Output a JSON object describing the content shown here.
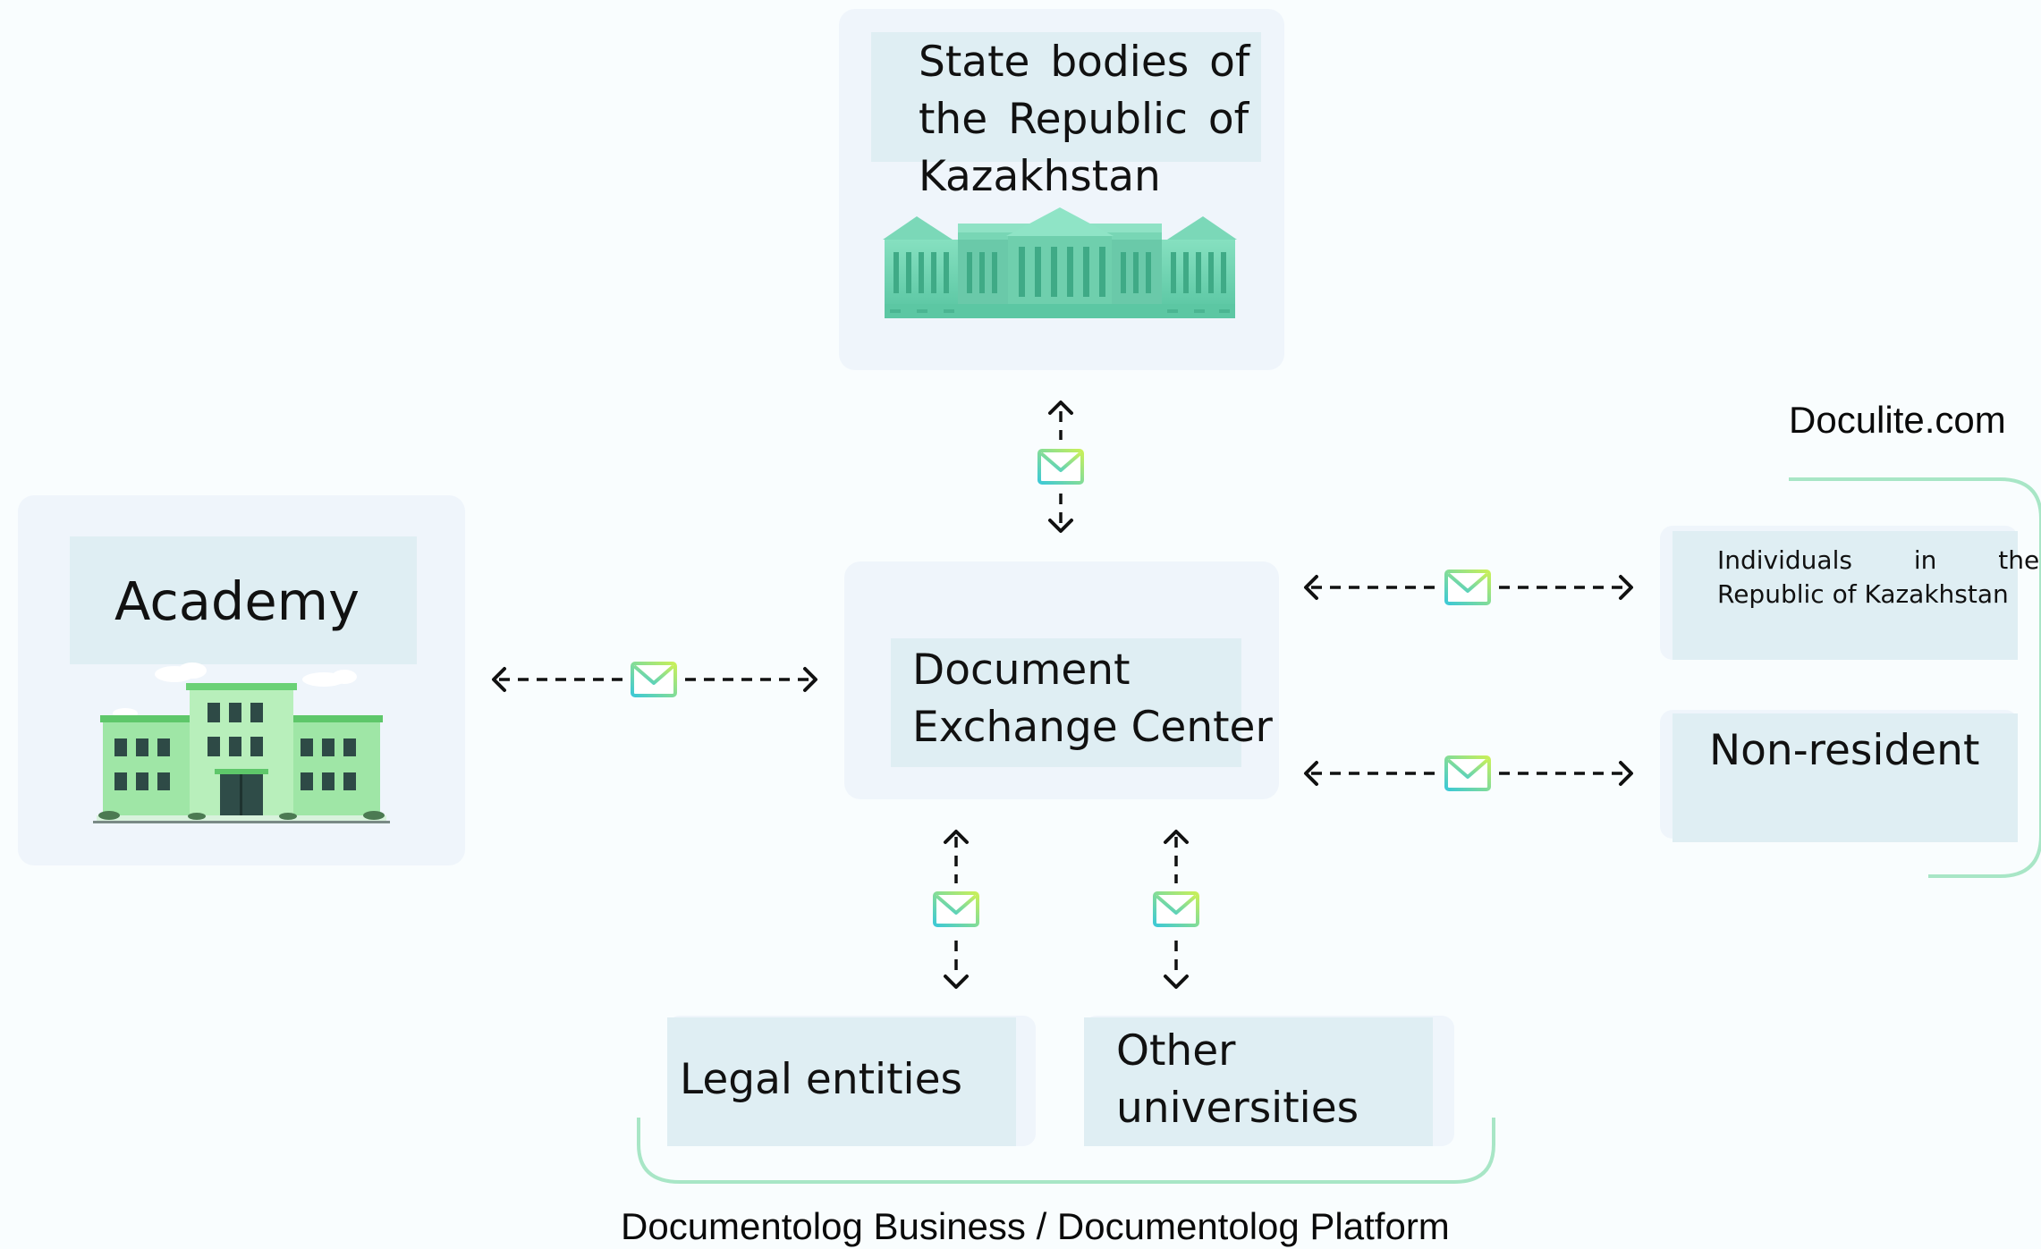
{
  "nodes": {
    "state_bodies": {
      "lines": [
        "State bodies of",
        "the Republic of",
        "Kazakhstan"
      ]
    },
    "academy": {
      "label": "Academy"
    },
    "exchange_center": {
      "lines": [
        "Document",
        "Exchange Center"
      ]
    },
    "individuals": {
      "lines": [
        "Individuals in the",
        "Republic of Kazakhstan"
      ]
    },
    "non_resident": {
      "label": "Non-resident"
    },
    "legal_entities": {
      "label": "Legal entities"
    },
    "other_universities": {
      "lines": [
        "Other",
        "universities"
      ]
    }
  },
  "brands": {
    "doculite": "Doculite.com",
    "documentolog": "Documentolog Business / Documentolog Platform"
  },
  "colors": {
    "card_bg": "#eff5fb",
    "label_bg": "#dfeef3",
    "bracket": "#a8e6c6",
    "building_teal": "#6ed2b0",
    "building_green": "#7fdc8c",
    "envelope_start": "#3dc9d6",
    "envelope_end": "#c8f05a"
  },
  "icons": [
    "government-building-icon",
    "academy-building-icon",
    "envelope-icon",
    "double-arrow-icon"
  ]
}
